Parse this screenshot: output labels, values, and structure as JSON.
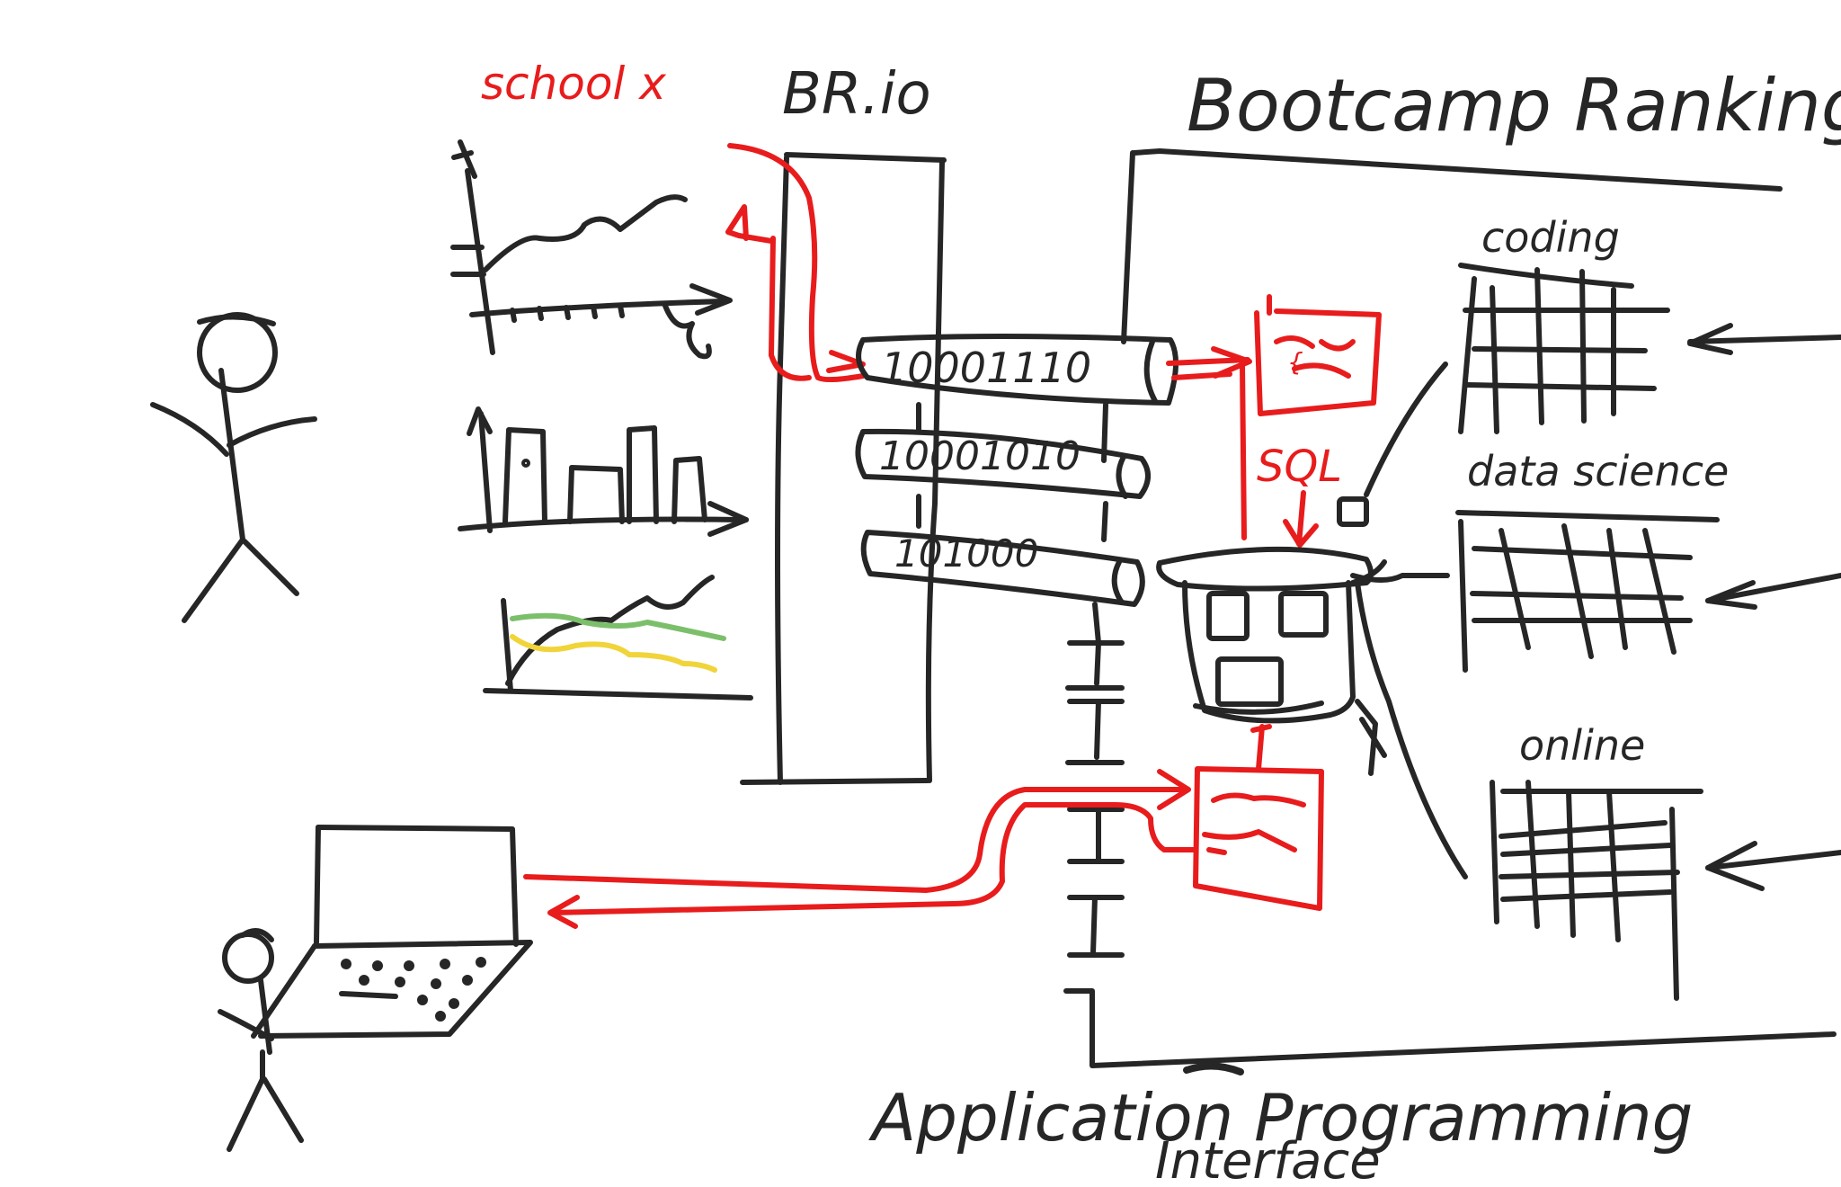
{
  "colors": {
    "ink": "#262626",
    "accent": "#e81c1c",
    "series_green": "#7cbf6b",
    "series_yellow": "#f0d43a",
    "background": "#ffffff"
  },
  "labels": {
    "schoolx": "school x",
    "brio": "BR.io",
    "bootcamp_rankings": "Bootcamp Rankings",
    "coding": "coding",
    "data_science": "data science",
    "online": "online",
    "sql": "SQL",
    "api_line1": "Application Programming",
    "api_line2": "Interface"
  },
  "pipes": [
    {
      "text": "10001110"
    },
    {
      "text": "10001010"
    },
    {
      "text": "101000"
    }
  ],
  "boxes": {
    "top_scribble": "{"
  },
  "icons": {
    "admin_figure": "stick-figure-icon",
    "user_figure": "stick-figure-icon",
    "laptop": "laptop-icon",
    "database": "database-icon"
  }
}
